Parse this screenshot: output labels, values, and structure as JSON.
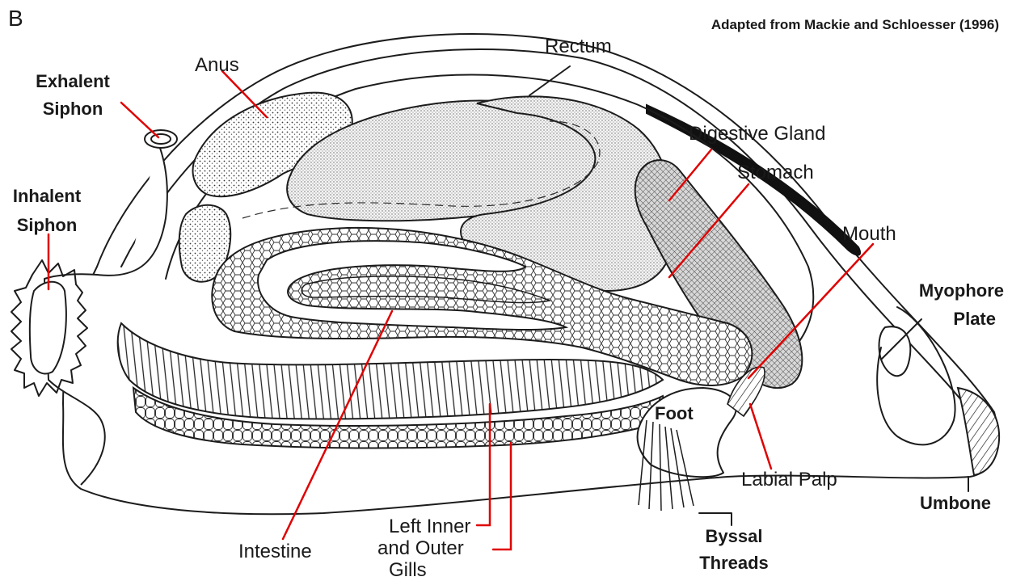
{
  "panel_letter": "B",
  "credit": "Adapted from Mackie and Schloesser (1996)",
  "labels": {
    "exhalent_siphon": [
      "Exhalent",
      "Siphon"
    ],
    "inhalent_siphon": [
      "Inhalent",
      "Siphon"
    ],
    "anus": "Anus",
    "rectum": "Rectum",
    "digestive_gland": "Digestive Gland",
    "stomach": "Stomach",
    "mouth": "Mouth",
    "myophore_plate": [
      "Myophore",
      "Plate"
    ],
    "foot": "Foot",
    "labial_palp": "Labial Palp",
    "umbone": "Umbone",
    "byssal_threads": [
      "Byssal",
      "Threads"
    ],
    "intestine": "Intestine",
    "gills": [
      "Left Inner",
      "and Outer",
      "Gills"
    ]
  },
  "colors": {
    "leader_lines": "#e00000",
    "outline": "#1c1c1c",
    "background": "#ffffff"
  }
}
